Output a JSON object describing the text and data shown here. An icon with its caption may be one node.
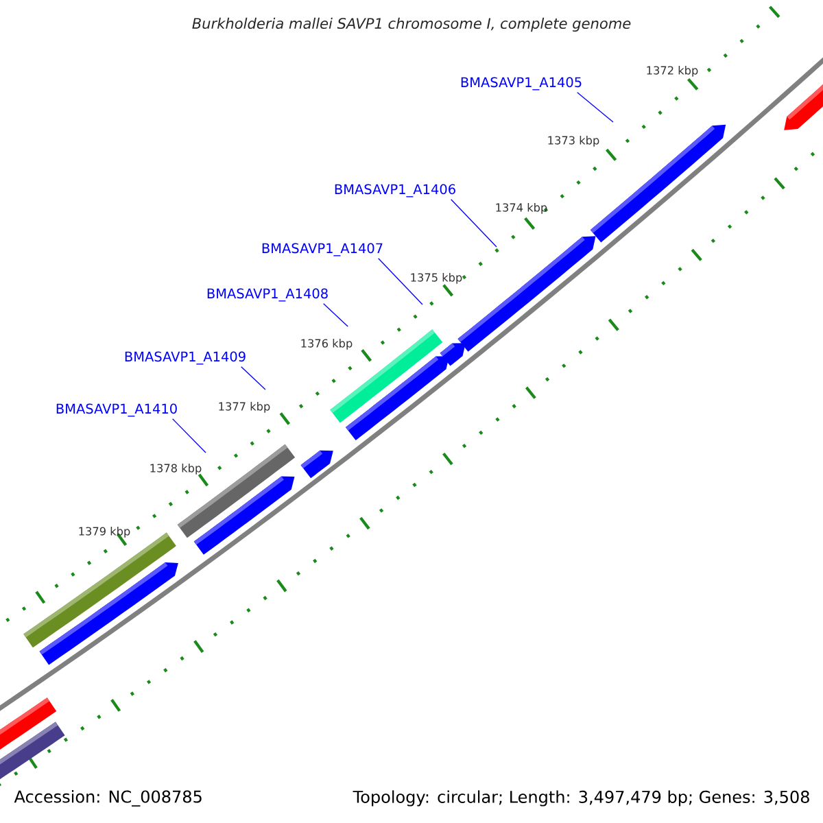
{
  "diagram": {
    "title": "Burkholderia mallei SAVP1 chromosome I, complete genome",
    "nodes": [
      {
        "text": [
          "BMASAVP1_A1405"
        ]
      },
      {
        "text": [
          "BMASAVP1_A1406"
        ]
      },
      {
        "text": [
          "BMASAVP1_A1407"
        ]
      },
      {
        "text": [
          "BMASAVP1_A1408"
        ]
      },
      {
        "text": [
          "BMASAVP1_A1409"
        ]
      },
      {
        "text": [
          "BMASAVP1_A1410"
        ]
      }
    ],
    "edges": [
      {
        "from": 0,
        "to": null,
        "arrow": "none"
      },
      {
        "from": 1,
        "to": null,
        "arrow": "none"
      },
      {
        "from": 2,
        "to": null,
        "arrow": "none"
      },
      {
        "from": 3,
        "to": null,
        "arrow": "none"
      },
      {
        "from": 4,
        "to": null,
        "arrow": "none"
      },
      {
        "from": 5,
        "to": null,
        "arrow": "none"
      }
    ],
    "labels": [
      "1372 kbp",
      "1373 kbp",
      "1374 kbp",
      "1375 kbp",
      "1376 kbp",
      "1377 kbp",
      "1378 kbp",
      "1379 kbp",
      "Accession: NC_008785",
      "Topology: circular; Length: 3,497,479 bp; Genes: 3,508"
    ]
  }
}
